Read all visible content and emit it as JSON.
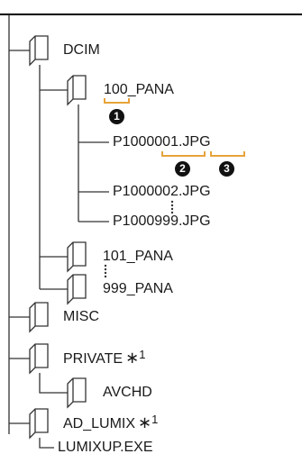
{
  "tree": {
    "nodes": [
      {
        "name": "DCIM",
        "type": "folder"
      },
      {
        "name": "100_PANA",
        "type": "folder"
      },
      {
        "name": "P1000001.JPG",
        "type": "file"
      },
      {
        "name": "P1000002.JPG",
        "type": "file"
      },
      {
        "name": "P1000999.JPG",
        "type": "file"
      },
      {
        "name": "101_PANA",
        "type": "folder"
      },
      {
        "name": "999_PANA",
        "type": "folder"
      },
      {
        "name": "MISC",
        "type": "folder"
      },
      {
        "name": "PRIVATE",
        "type": "folder",
        "note": "∗",
        "note_num": "1"
      },
      {
        "name": "AVCHD",
        "type": "folder"
      },
      {
        "name": "AD_LUMIX",
        "type": "folder",
        "note": "∗",
        "note_num": "1"
      },
      {
        "name": "LUMIXUP.EXE",
        "type": "file"
      }
    ]
  },
  "callouts": {
    "marker_1": "1",
    "marker_2": "2",
    "marker_3": "3"
  },
  "colors": {
    "bracket": "#e8a33a",
    "line": "#333333",
    "folder_fill": "#ffffff",
    "folder_stroke": "#333333"
  }
}
